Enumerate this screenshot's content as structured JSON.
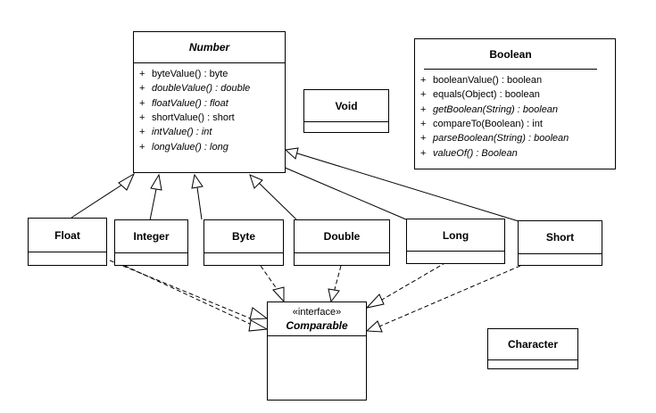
{
  "number": {
    "name": "Number",
    "operations": [
      {
        "vis": "+",
        "sig": "byteValue() : byte",
        "italic": false
      },
      {
        "vis": "+",
        "sig": "doubleValue() : double",
        "italic": true
      },
      {
        "vis": "+",
        "sig": "floatValue() : float",
        "italic": true
      },
      {
        "vis": "+",
        "sig": "shortValue() : short",
        "italic": false
      },
      {
        "vis": "+",
        "sig": "intValue() : int",
        "italic": true
      },
      {
        "vis": "+",
        "sig": "longValue() : long",
        "italic": true
      }
    ]
  },
  "boolean": {
    "name": "Boolean",
    "operations": [
      {
        "vis": "+",
        "sig": "booleanValue() : boolean",
        "italic": false
      },
      {
        "vis": "+",
        "sig": "equals(Object) : boolean",
        "italic": false
      },
      {
        "vis": "+",
        "sig": "getBoolean(String) : boolean",
        "italic": true
      },
      {
        "vis": "+",
        "sig": "compareTo(Boolean) : int",
        "italic": false
      },
      {
        "vis": "+",
        "sig": "parseBoolean(String) : boolean",
        "italic": true
      },
      {
        "vis": "+",
        "sig": "valueOf() : Boolean",
        "italic": true
      }
    ]
  },
  "void": {
    "name": "Void"
  },
  "character": {
    "name": "Character"
  },
  "subclasses": {
    "float": "Float",
    "integer": "Integer",
    "byte": "Byte",
    "double": "Double",
    "long": "Long",
    "short": "Short"
  },
  "comparable": {
    "stereotype": "«interface»",
    "name": "Comparable"
  }
}
